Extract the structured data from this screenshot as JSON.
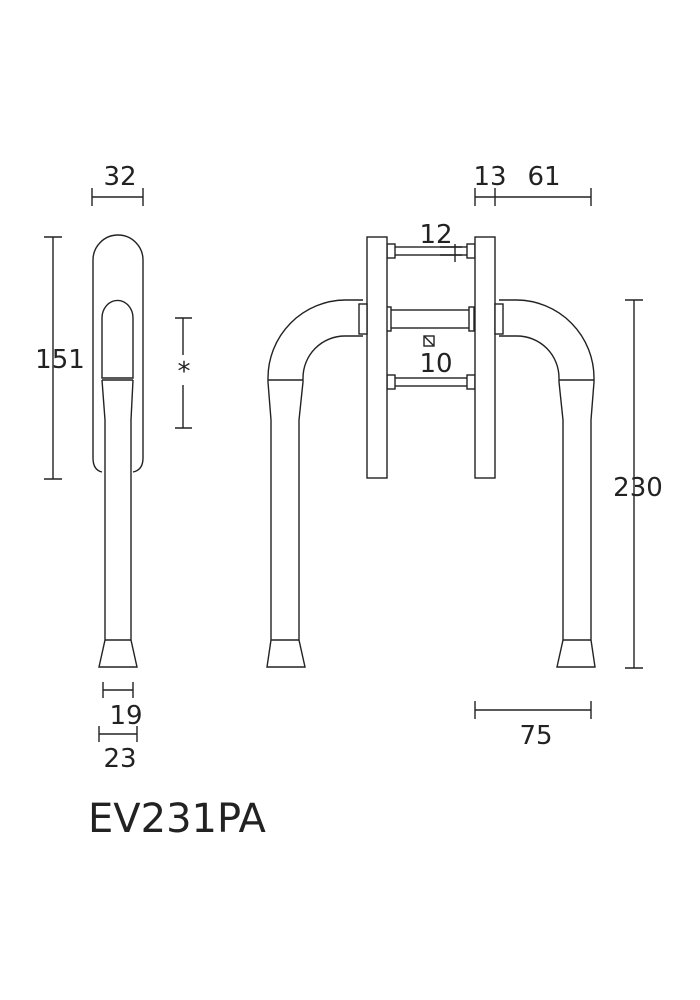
{
  "model": "EV231PA",
  "dimensions": {
    "width_32": "32",
    "height_151": "151",
    "spindle_star": "*",
    "width_19": "19",
    "width_23": "23",
    "rose_13": "13",
    "projection_61": "61",
    "screw_12": "12",
    "square_10": "10",
    "length_230": "230",
    "width_75": "75"
  }
}
